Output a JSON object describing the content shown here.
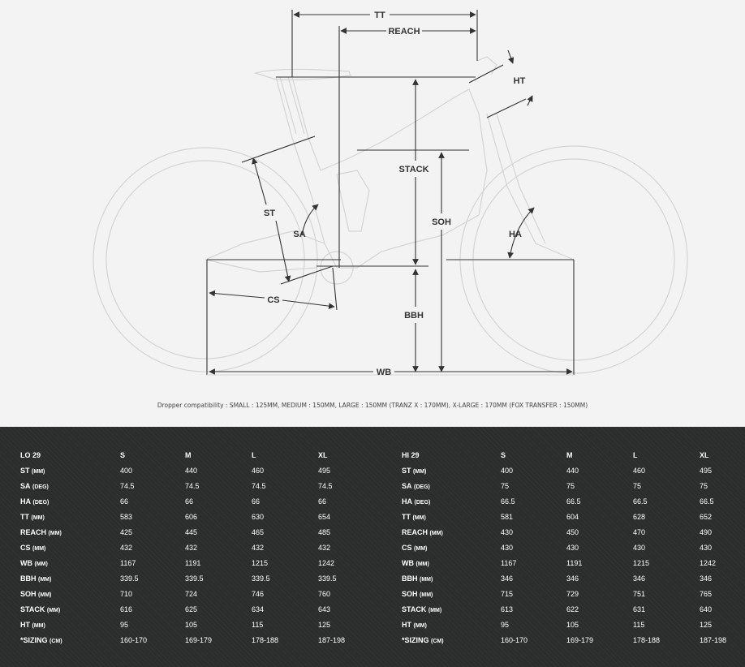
{
  "diagram": {
    "labels": {
      "tt": "TT",
      "reach": "REACH",
      "ht": "HT",
      "stack": "STACK",
      "soh": "SOH",
      "st": "ST",
      "sa": "SA",
      "ha": "HA",
      "cs": "CS",
      "bbh": "BBH",
      "wb": "WB"
    },
    "note": "Dropper compatibility : SMALL : 125MM, MEDIUM : 150MM, LARGE : 150MM (TRANZ X : 170MM), X-LARGE : 170MM (FOX TRANSFER : 150MM)"
  },
  "colors": {
    "panel_bg": "#2a2d2c",
    "diagram_bg": "#f3f3f3",
    "dimension_line": "#333333",
    "bike_outline": "#d4d4d4"
  },
  "geometry_tables": [
    {
      "title": "LO 29",
      "sizes": [
        "S",
        "M",
        "L",
        "XL"
      ],
      "rows": [
        {
          "label": "ST",
          "unit": "(MM)",
          "values": [
            "400",
            "440",
            "460",
            "495"
          ]
        },
        {
          "label": "SA",
          "unit": "(DEG)",
          "values": [
            "74.5",
            "74.5",
            "74.5",
            "74.5"
          ]
        },
        {
          "label": "HA",
          "unit": "(DEG)",
          "values": [
            "66",
            "66",
            "66",
            "66"
          ]
        },
        {
          "label": "TT",
          "unit": "(MM)",
          "values": [
            "583",
            "606",
            "630",
            "654"
          ]
        },
        {
          "label": "REACH",
          "unit": "(MM)",
          "values": [
            "425",
            "445",
            "465",
            "485"
          ]
        },
        {
          "label": "CS",
          "unit": "(MM)",
          "values": [
            "432",
            "432",
            "432",
            "432"
          ]
        },
        {
          "label": "WB",
          "unit": "(MM)",
          "values": [
            "1167",
            "1191",
            "1215",
            "1242"
          ]
        },
        {
          "label": "BBH",
          "unit": "(MM)",
          "values": [
            "339.5",
            "339.5",
            "339.5",
            "339.5"
          ]
        },
        {
          "label": "SOH",
          "unit": "(MM)",
          "values": [
            "710",
            "724",
            "746",
            "760"
          ]
        },
        {
          "label": "STACK",
          "unit": "(MM)",
          "values": [
            "616",
            "625",
            "634",
            "643"
          ]
        },
        {
          "label": "HT",
          "unit": "(MM)",
          "values": [
            "95",
            "105",
            "115",
            "125"
          ]
        },
        {
          "label": "*SIZING",
          "unit": "(CM)",
          "values": [
            "160-170",
            "169-179",
            "178-188",
            "187-198"
          ]
        }
      ]
    },
    {
      "title": "HI 29",
      "sizes": [
        "S",
        "M",
        "L",
        "XL"
      ],
      "rows": [
        {
          "label": "ST",
          "unit": "(MM)",
          "values": [
            "400",
            "440",
            "460",
            "495"
          ]
        },
        {
          "label": "SA",
          "unit": "(DEG)",
          "values": [
            "75",
            "75",
            "75",
            "75"
          ]
        },
        {
          "label": "HA",
          "unit": "(DEG)",
          "values": [
            "66.5",
            "66.5",
            "66.5",
            "66.5"
          ]
        },
        {
          "label": "TT",
          "unit": "(MM)",
          "values": [
            "581",
            "604",
            "628",
            "652"
          ]
        },
        {
          "label": "REACH",
          "unit": "(MM)",
          "values": [
            "430",
            "450",
            "470",
            "490"
          ]
        },
        {
          "label": "CS",
          "unit": "(MM)",
          "values": [
            "430",
            "430",
            "430",
            "430"
          ]
        },
        {
          "label": "WB",
          "unit": "(MM)",
          "values": [
            "1167",
            "1191",
            "1215",
            "1242"
          ]
        },
        {
          "label": "BBH",
          "unit": "(MM)",
          "values": [
            "346",
            "346",
            "346",
            "346"
          ]
        },
        {
          "label": "SOH",
          "unit": "(MM)",
          "values": [
            "715",
            "729",
            "751",
            "765"
          ]
        },
        {
          "label": "STACK",
          "unit": "(MM)",
          "values": [
            "613",
            "622",
            "631",
            "640"
          ]
        },
        {
          "label": "HT",
          "unit": "(MM)",
          "values": [
            "95",
            "105",
            "115",
            "125"
          ]
        },
        {
          "label": "*SIZING",
          "unit": "(CM)",
          "values": [
            "160-170",
            "169-179",
            "178-188",
            "187-198"
          ]
        }
      ]
    }
  ]
}
